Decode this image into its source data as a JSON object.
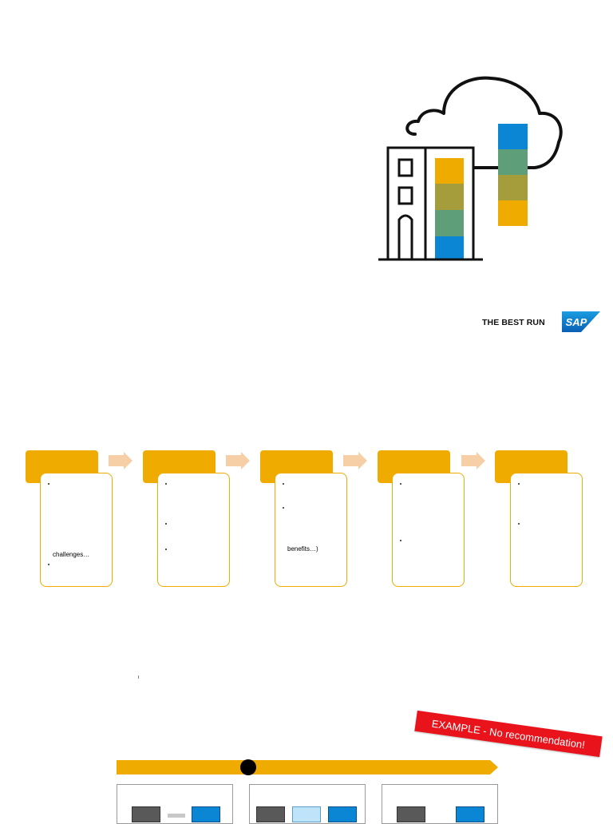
{
  "branding": {
    "tagline": "THE BEST RUN",
    "logo_text": "SAP",
    "brand_blue": "#0a6ed1"
  },
  "colors": {
    "accent_gold": "#f0ab00",
    "arrow_peach": "#f7cfa6",
    "stamp_red": "#e8131b",
    "block_blue": "#0a86d4",
    "block_gray": "#595959",
    "block_light_blue": "#bfe3f8"
  },
  "process": {
    "steps": [
      {
        "texts": [
          "challenges…"
        ]
      },
      {
        "texts": []
      },
      {
        "texts": [
          "benefits…)"
        ]
      },
      {
        "texts": []
      },
      {
        "texts": []
      }
    ]
  },
  "example": {
    "stamp_text": "EXAMPLE - No recommendation!"
  },
  "icons": {
    "illustration": "cloud-building-icon",
    "chevron": "chevron-right-icon",
    "timeline_marker": "dot-icon"
  }
}
